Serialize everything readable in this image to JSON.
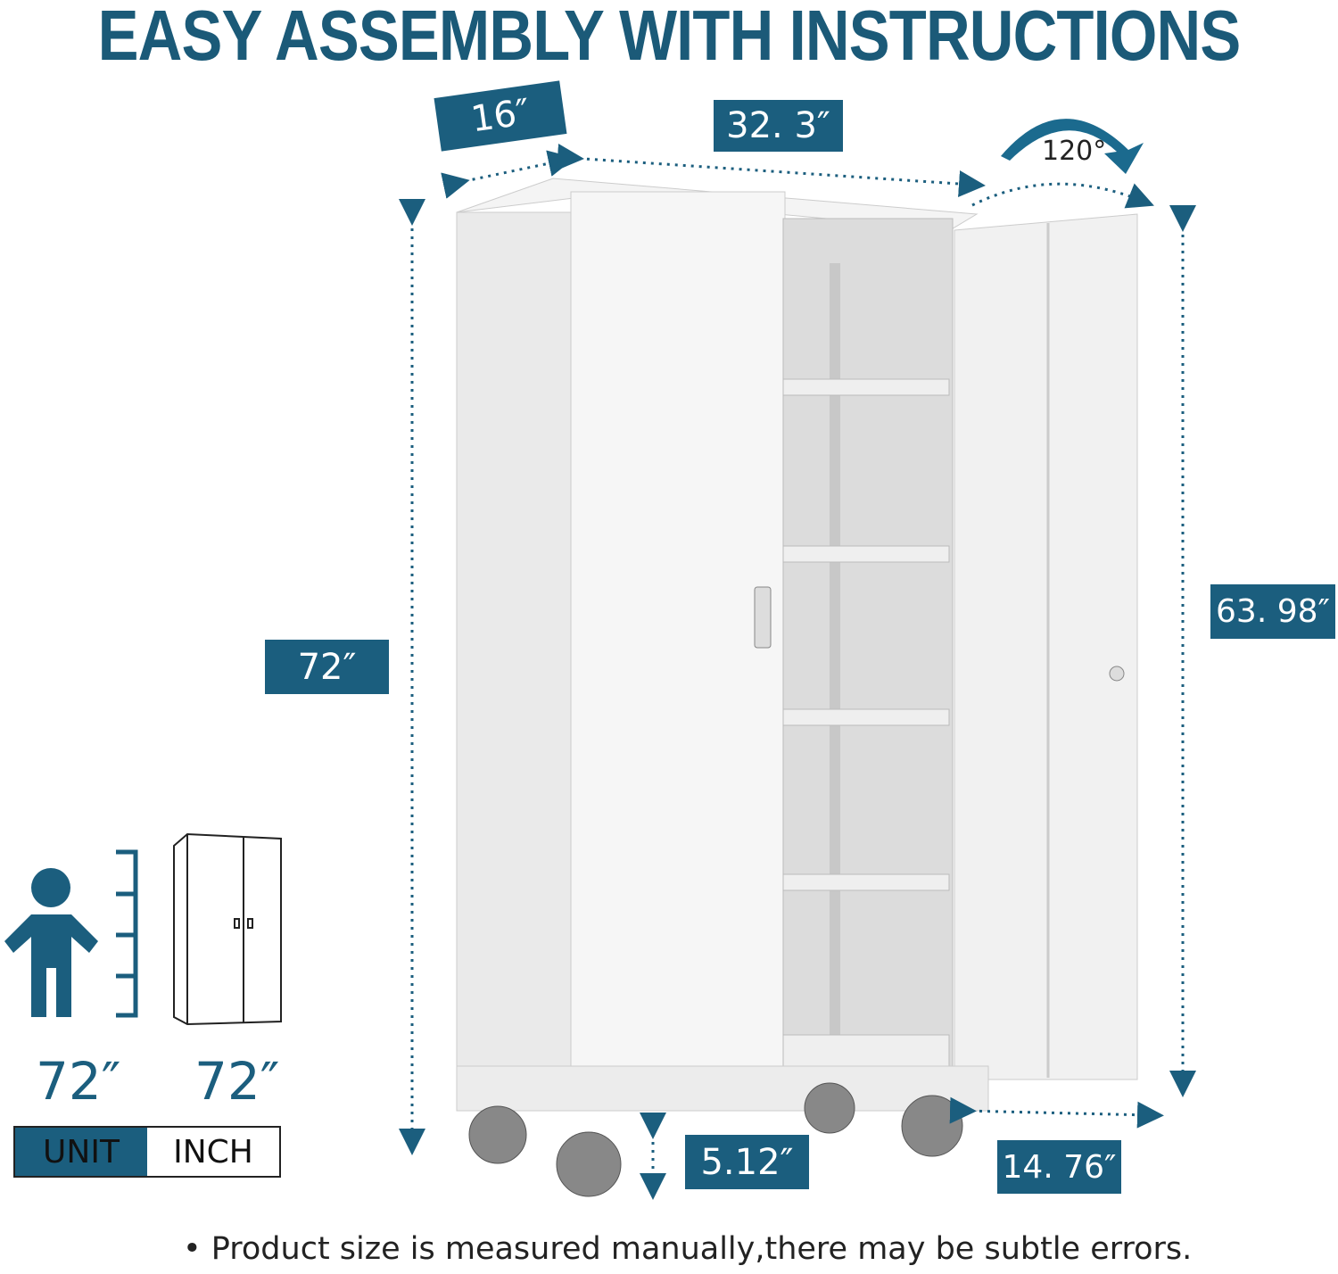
{
  "title": "EASY ASSEMBLY WITH INSTRUCTIONS",
  "dimensions": {
    "depth": "16″",
    "width": "32. 3″",
    "door_angle": "120°",
    "height": "72″",
    "door_height": "63. 98″",
    "caster_height": "5.12″",
    "door_width": "14. 76″"
  },
  "comparison": {
    "person_height": "72″",
    "cabinet_height": "72″",
    "unit_label": "UNIT",
    "unit_value": "INCH"
  },
  "footnote": "• Product size is measured manually,there may be subtle errors.",
  "colors": {
    "accent": "#1b5e7e"
  }
}
